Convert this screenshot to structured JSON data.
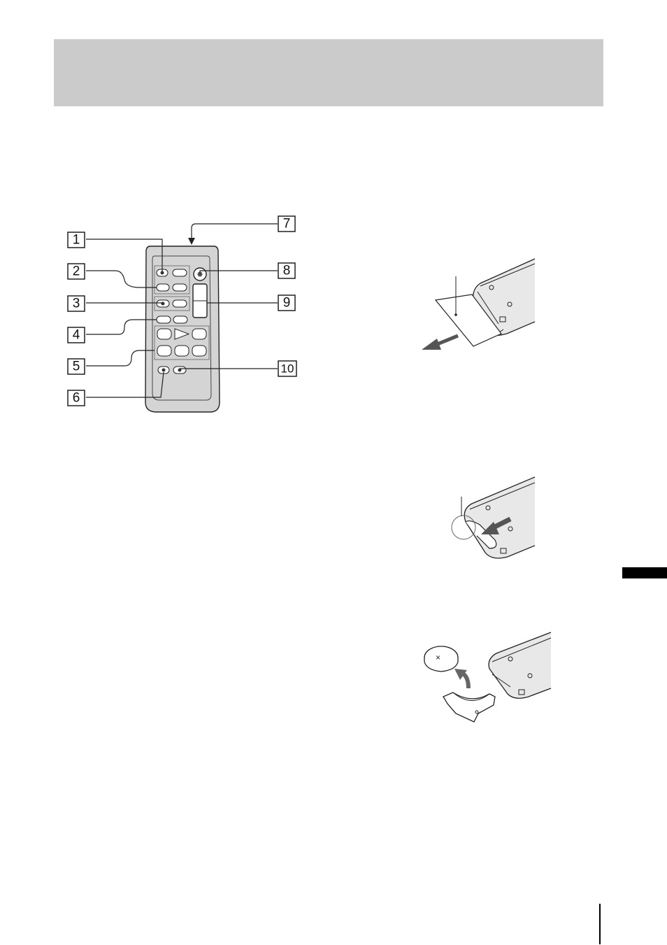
{
  "header_band": {
    "color": "#cbcbcb"
  },
  "side_tab": {
    "color": "#000000"
  },
  "remote_figure": {
    "callouts": [
      "1",
      "2",
      "3",
      "4",
      "5",
      "6",
      "7",
      "8",
      "9",
      "10"
    ]
  },
  "icons": {
    "remote": "remote-commander-icon",
    "sheet": "insulation-sheet-icon",
    "tab": "battery-holder-tab-icon",
    "battery": "lithium-battery-icon",
    "arrow": "direction-arrow-icon"
  },
  "battery_marking": "×"
}
